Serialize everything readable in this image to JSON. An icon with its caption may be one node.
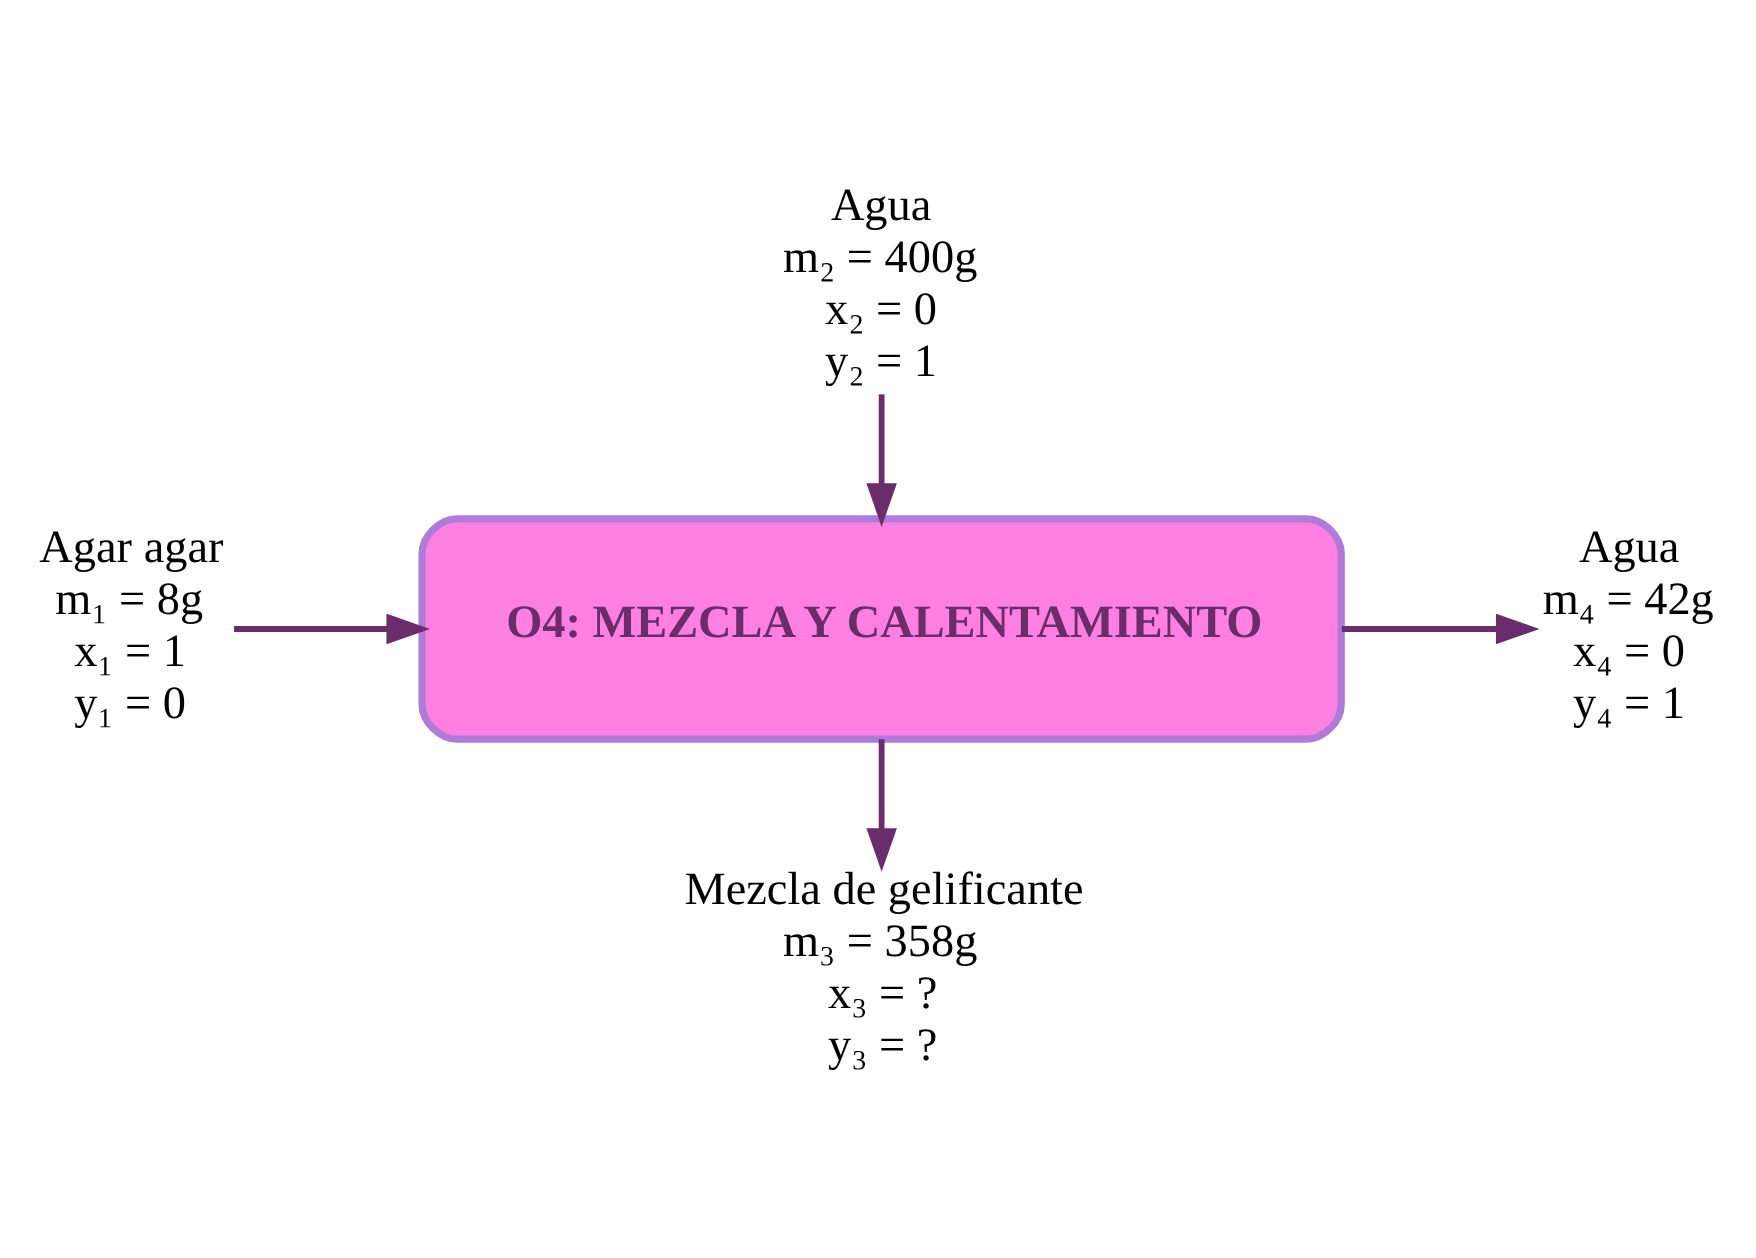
{
  "diagram": {
    "nodes": [
      {
        "text": [
          "Agua",
          "m₂ = 400g",
          "x₂ = 0",
          "y₂ = 1"
        ]
      },
      {
        "text": [
          "Agar agar",
          "m₁ = 8g",
          "x₁ = 1",
          "y₁ = 0"
        ]
      },
      {
        "text": [
          "O4: MEZCLA Y CALENTAMIENTO"
        ]
      },
      {
        "text": [
          "Agua",
          "m₄ = 42g",
          "x₄ = 0",
          "y₄ = 1"
        ]
      },
      {
        "text": [
          "Mezcla de gelificante",
          "m₃ = 358g",
          "x₃ = ?",
          "y₃ = ?"
        ]
      }
    ],
    "edges": [
      {
        "from": 0,
        "to": 2,
        "arrow": "to"
      },
      {
        "from": 1,
        "to": 2,
        "arrow": "to"
      },
      {
        "from": 2,
        "to": 3,
        "arrow": "to"
      },
      {
        "from": 2,
        "to": 4,
        "arrow": "to"
      }
    ]
  }
}
